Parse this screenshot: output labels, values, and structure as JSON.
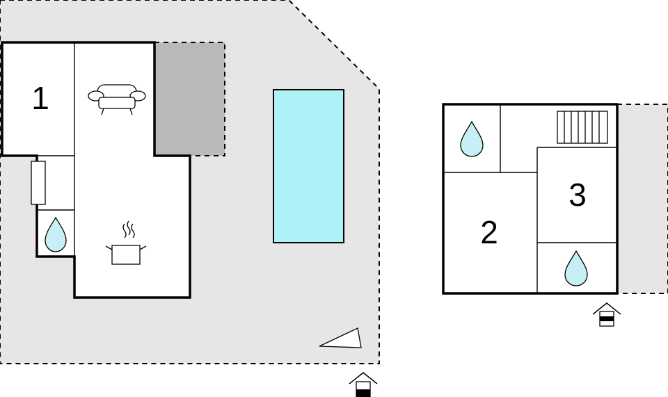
{
  "floorplan": {
    "rooms": [
      {
        "id": "room-1",
        "label": "1"
      },
      {
        "id": "room-2",
        "label": "2"
      },
      {
        "id": "room-3",
        "label": "3"
      }
    ],
    "icons": {
      "sofa": "sofa-icon",
      "cooking_pot": "cooking-pot-icon",
      "water_drop": "water-drop-icon",
      "radiator": "radiator-icon",
      "stairs": "stairs-icon",
      "entrance": "entrance-icon",
      "compass": "north-arrow-icon"
    },
    "colors": {
      "terrace": "#e6e6e6",
      "covered_area": "#b9b9b9",
      "pool": "#aef1f7",
      "water_drop": "#c7f0f6",
      "wall": "#000000"
    }
  }
}
